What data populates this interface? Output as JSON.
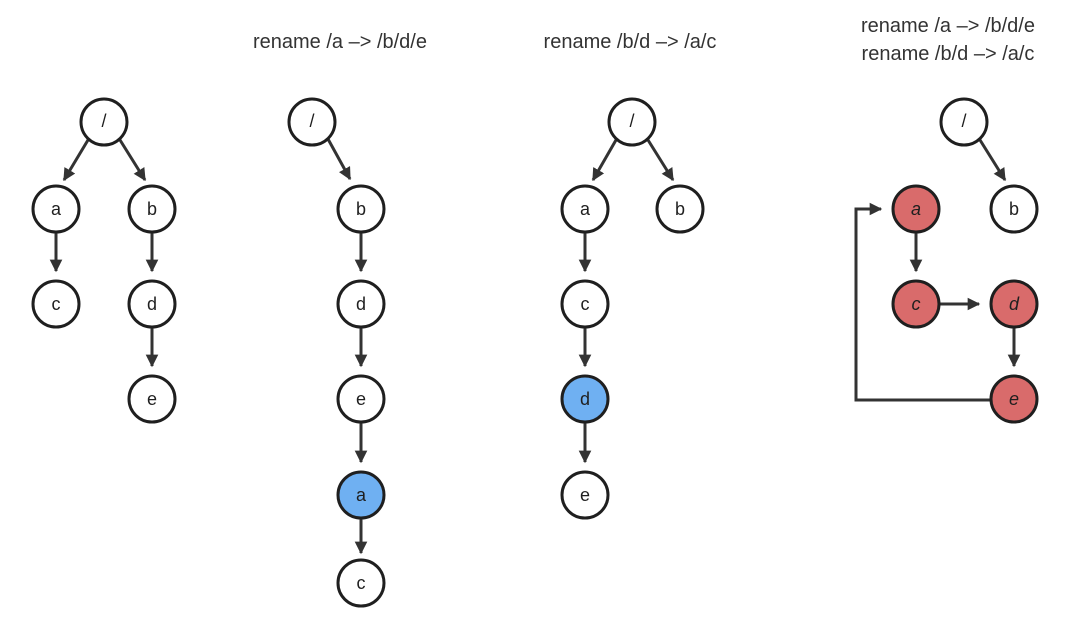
{
  "captions": {
    "panel2": "rename /a –> /b/d/e",
    "panel3": "rename /b/d –> /a/c",
    "panel4_line1": "rename /a –> /b/d/e",
    "panel4_line2": "rename /b/d –> /a/c"
  },
  "colors": {
    "stroke": "#1f1f1f",
    "edge": "#333333",
    "node_fill": "#ffffff",
    "highlight_blue": "#6fb0f2",
    "highlight_red": "#d96b6b"
  },
  "panels": {
    "panel1": {
      "nodes": {
        "root": "/",
        "a": "a",
        "b": "b",
        "c": "c",
        "d": "d",
        "e": "e"
      }
    },
    "panel2": {
      "nodes": {
        "root": "/",
        "b": "b",
        "d": "d",
        "e": "e",
        "a": "a",
        "c": "c"
      },
      "highlighted": "a"
    },
    "panel3": {
      "nodes": {
        "root": "/",
        "a": "a",
        "b": "b",
        "c": "c",
        "d": "d",
        "e": "e"
      },
      "highlighted": "d"
    },
    "panel4": {
      "nodes": {
        "root": "/",
        "b": "b",
        "a": "a",
        "c": "c",
        "d": "d",
        "e": "e"
      },
      "cycle": [
        "a",
        "c",
        "d",
        "e"
      ]
    }
  }
}
